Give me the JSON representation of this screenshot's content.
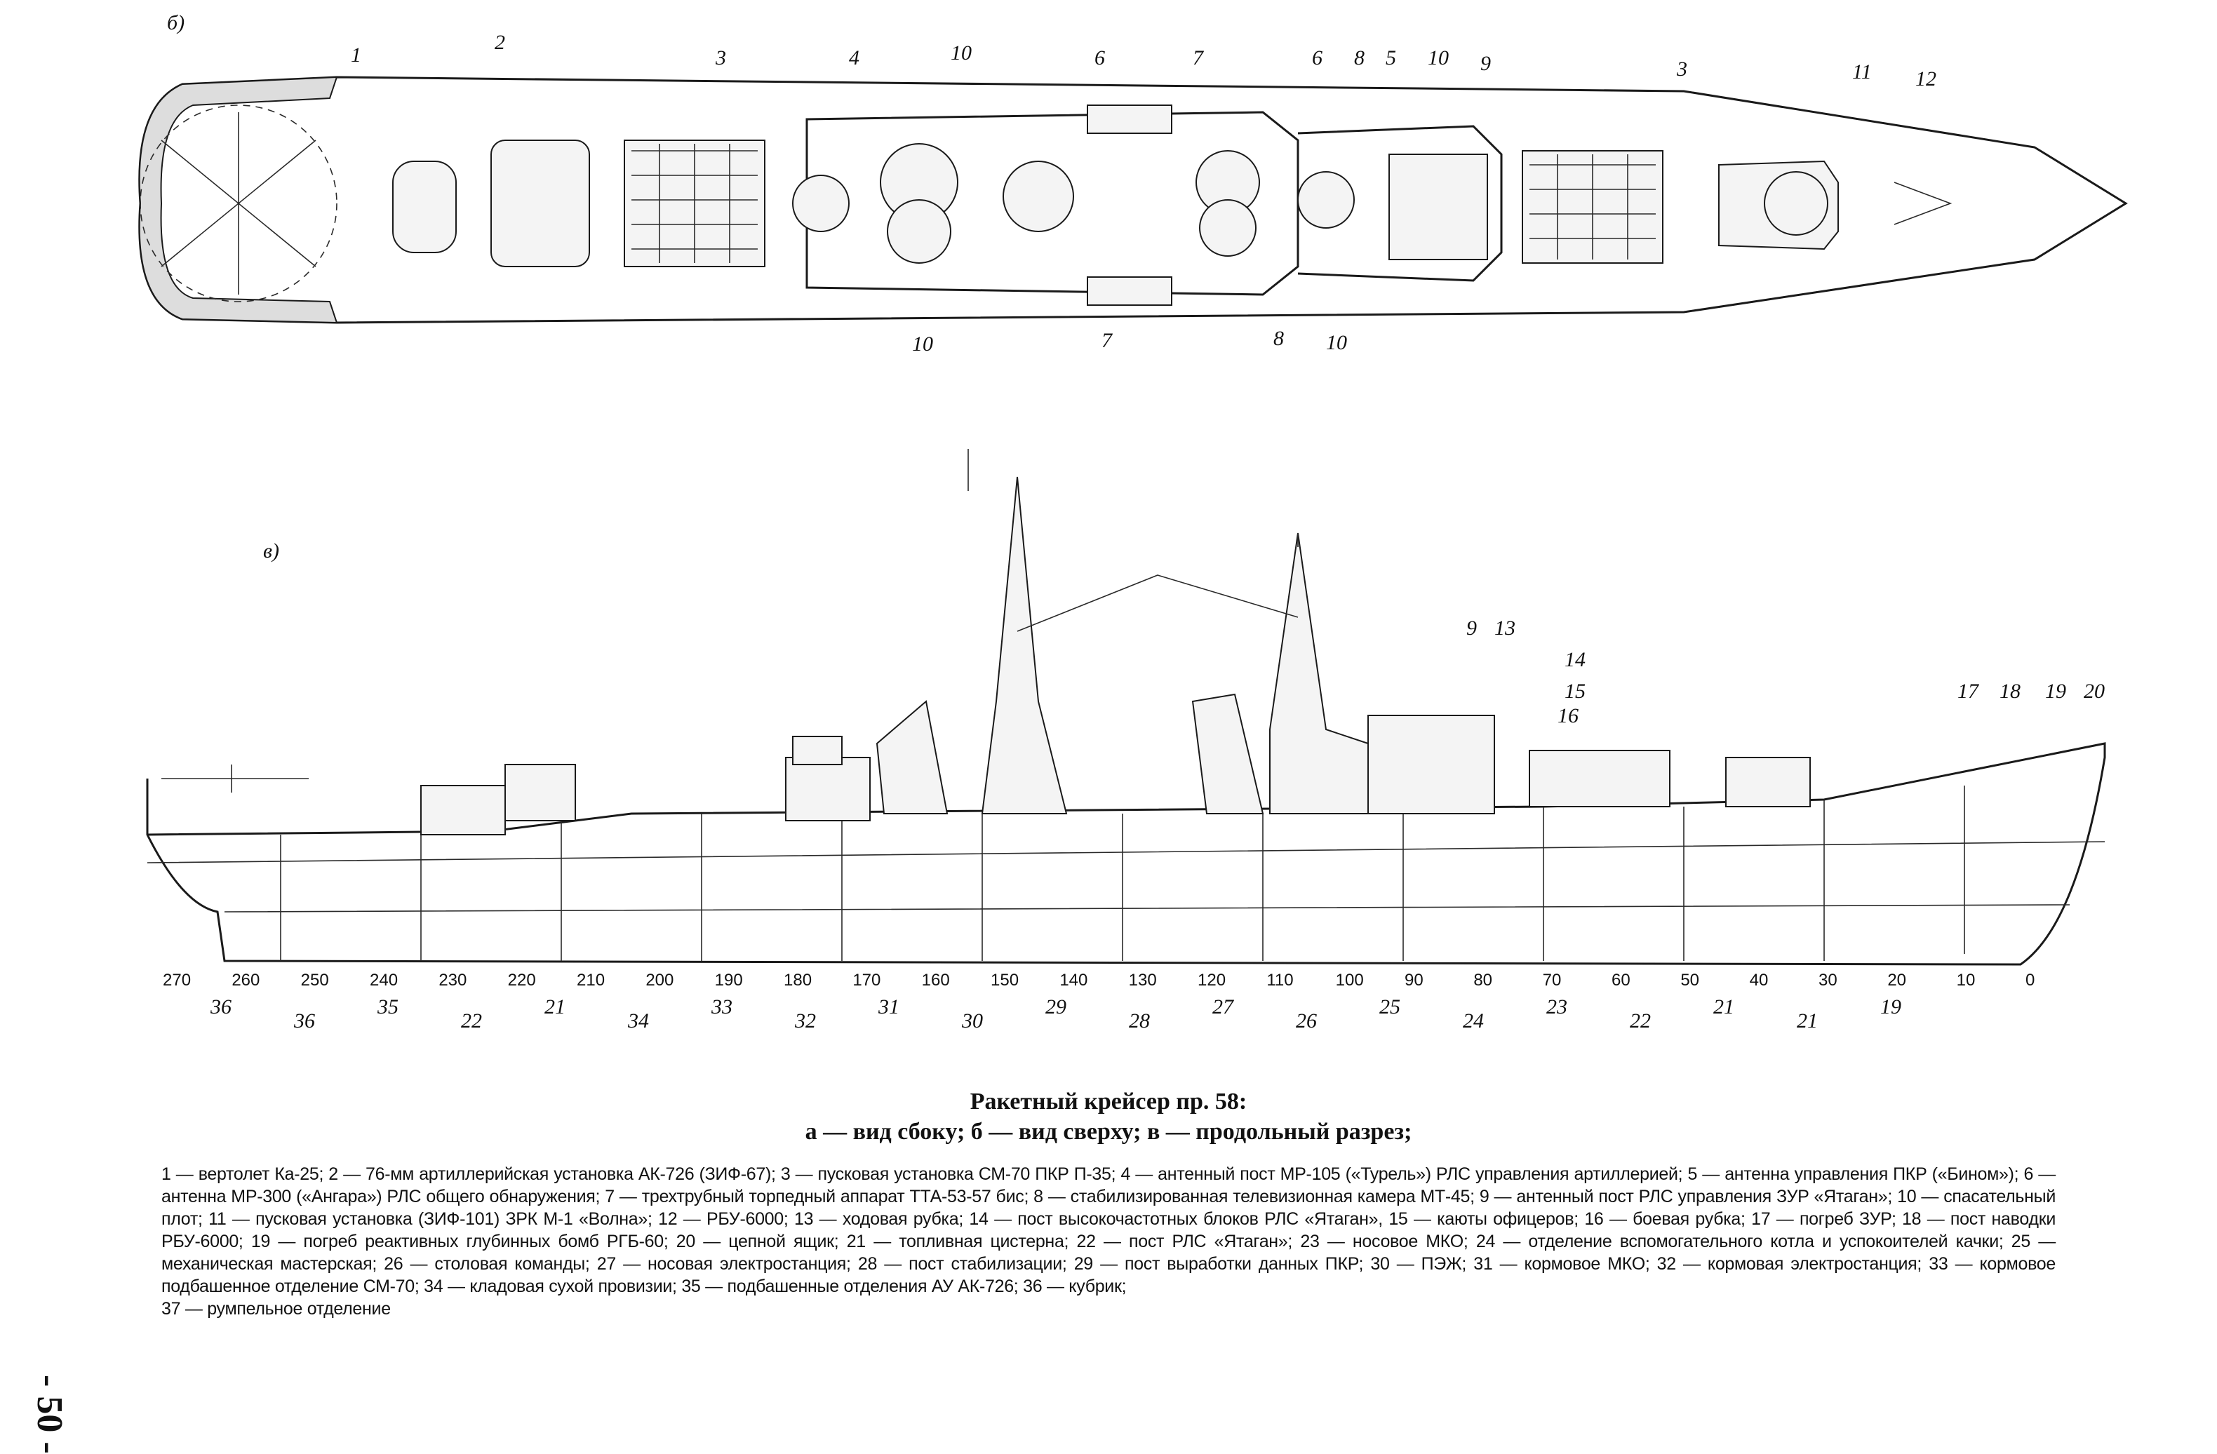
{
  "views": {
    "top_label": "б)",
    "section_label": "в)"
  },
  "top_view_callouts": [
    "1",
    "2",
    "3",
    "4",
    "10",
    "6",
    "7",
    "6",
    "8",
    "5",
    "10",
    "9",
    "3",
    "11",
    "12",
    "10",
    "7",
    "8",
    "10"
  ],
  "side_view_callouts_top": [
    "9",
    "13",
    "14",
    "15",
    "16",
    "17",
    "18",
    "19",
    "20"
  ],
  "side_view_callouts_bottom": [
    "36",
    "36",
    "35",
    "22",
    "21",
    "34",
    "33",
    "32",
    "31",
    "30",
    "29",
    "28",
    "27",
    "26",
    "25",
    "24",
    "23",
    "22",
    "21",
    "21",
    "19"
  ],
  "frame_scale": [
    "270",
    "260",
    "250",
    "240",
    "230",
    "220",
    "210",
    "200",
    "190",
    "180",
    "170",
    "160",
    "150",
    "140",
    "130",
    "120",
    "110",
    "100",
    "90",
    "80",
    "70",
    "60",
    "50",
    "40",
    "30",
    "20",
    "10",
    "0"
  ],
  "caption": {
    "title": "Ракетный крейсер пр. 58:",
    "subtitle": "а — вид сбоку; б — вид сверху; в — продольный разрез;",
    "legend": "1 — вертолет Ка-25; 2 — 76-мм артиллерийская установка АК-726 (ЗИФ-67); 3 — пусковая установка СМ-70 ПКР П-35; 4 — антенный пост МР-105 («Турель») РЛС управления артиллерией; 5 — антенна управления ПКР («Бином»); 6 — антенна МР-300 («Ангара») РЛС общего обнаружения; 7 — трехтрубный торпедный аппарат ТТА-53-57 бис; 8 — стабилизированная телевизионная камера МТ-45; 9 — антенный пост РЛС управления ЗУР «Ятаган»; 10 — спасательный плот; 11 — пусковая установка (ЗИФ-101) ЗРК М-1 «Волна»; 12 — РБУ-6000; 13 — ходовая рубка; 14 — пост высокочастотных блоков РЛС «Ятаган», 15 — каюты офицеров; 16 — боевая рубка; 17 — погреб ЗУР; 18 — пост наводки РБУ-6000; 19 — погреб реактивных глубинных бомб РГБ-60; 20 — цепной ящик; 21 — топливная цистерна; 22 — пост РЛС «Ятаган»; 23 — носовое МКО; 24 — отделение вспомогательного котла и успокоителей качки; 25 — механическая мастерская; 26 — столовая команды; 27 — носовая электростанция; 28 — пост стабилизации; 29 — пост выработки данных ПКР; 30 — ПЭЖ; 31 — кормовое МКО; 32 — кормовая электростанция; 33 — кормовое подбашенное отделение СМ-70; 34 — кладовая сухой провизии; 35 — подбашенные отделения АУ АК-726; 36 — кубрик;",
    "legend_last": "37 — румпельное отделение"
  },
  "page_number": "- 50 -"
}
